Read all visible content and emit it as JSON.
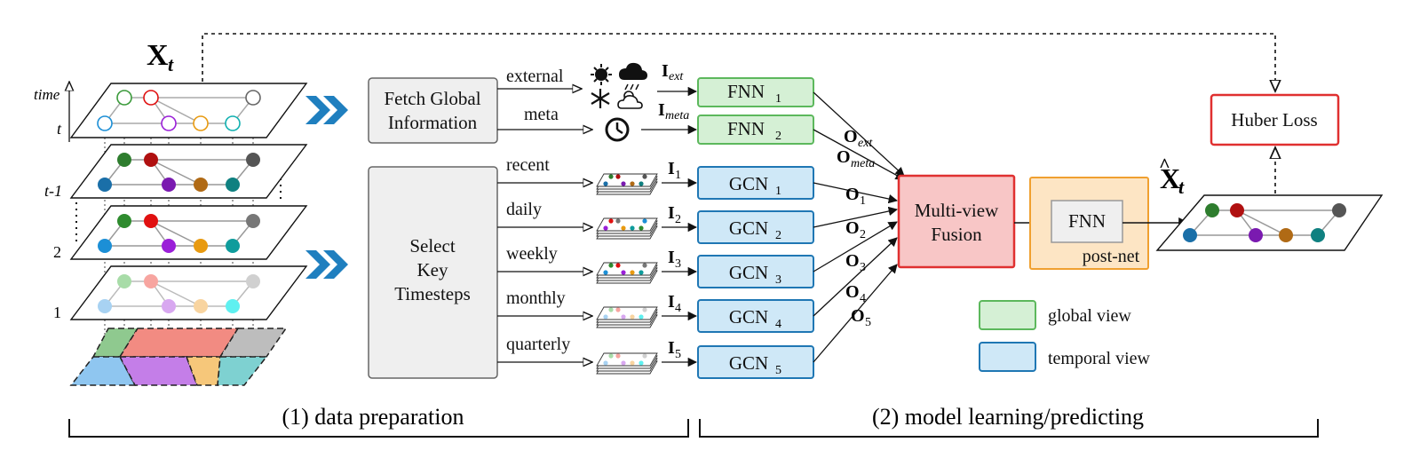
{
  "input": {
    "title_main": "X",
    "title_sub": "t",
    "time_axis_label": "time",
    "layer_labels": [
      "t",
      "t-1",
      "2",
      "1"
    ]
  },
  "fetch_box": {
    "line1": "Fetch Global",
    "line2": "Information"
  },
  "select_box": {
    "line1": "Select",
    "line2": "Key",
    "line3": "Timesteps"
  },
  "global_inputs": [
    {
      "label": "external",
      "i_main": "I",
      "i_sub": "ext",
      "o_main": "O",
      "o_sub": "ext",
      "net_main": "FNN",
      "net_sub": "1"
    },
    {
      "label": "meta",
      "i_main": "I",
      "i_sub": "meta",
      "o_main": "O",
      "o_sub": "meta",
      "net_main": "FNN",
      "net_sub": "2"
    }
  ],
  "temporal_inputs": [
    {
      "label": "recent",
      "i_main": "I",
      "i_sub": "1",
      "o_main": "O",
      "o_sub": "1",
      "net_main": "GCN",
      "net_sub": "1"
    },
    {
      "label": "daily",
      "i_main": "I",
      "i_sub": "2",
      "o_main": "O",
      "o_sub": "2",
      "net_main": "GCN",
      "net_sub": "2"
    },
    {
      "label": "weekly",
      "i_main": "I",
      "i_sub": "3",
      "o_main": "O",
      "o_sub": "3",
      "net_main": "GCN",
      "net_sub": "3"
    },
    {
      "label": "monthly",
      "i_main": "I",
      "i_sub": "4",
      "o_main": "O",
      "o_sub": "4",
      "net_main": "GCN",
      "net_sub": "4"
    },
    {
      "label": "quarterly",
      "i_main": "I",
      "i_sub": "5",
      "o_main": "O",
      "o_sub": "5",
      "net_main": "GCN",
      "net_sub": "5"
    }
  ],
  "fusion_box": {
    "line1": "Multi-view",
    "line2": "Fusion"
  },
  "postnet": {
    "inner": "FNN",
    "label": "post-net"
  },
  "loss_box": {
    "label": "Huber Loss"
  },
  "output": {
    "title_main": "X",
    "title_sub": "t"
  },
  "legend": [
    {
      "label": "global view",
      "fill": "#d5f0d5",
      "stroke": "#5cb85c"
    },
    {
      "label": "temporal view",
      "fill": "#cfe8f7",
      "stroke": "#1f77b4"
    }
  ],
  "sections": {
    "left": "(1) data preparation",
    "right": "(2) model learning/predicting"
  },
  "colors": {
    "node_green": "#2e8b2e",
    "node_red": "#cc1111",
    "node_blue": "#1a6fa8",
    "node_purple": "#8a1fc7",
    "node_orange": "#c87a1a",
    "node_teal": "#0f8c8c",
    "node_gray": "#555555",
    "chevron": "#1f7fbf",
    "fusion_fill": "#f8c6c6",
    "fusion_stroke": "#e03030",
    "postnet_fill": "#fde5c4",
    "postnet_stroke": "#f0a030",
    "loss_stroke": "#e03030"
  }
}
